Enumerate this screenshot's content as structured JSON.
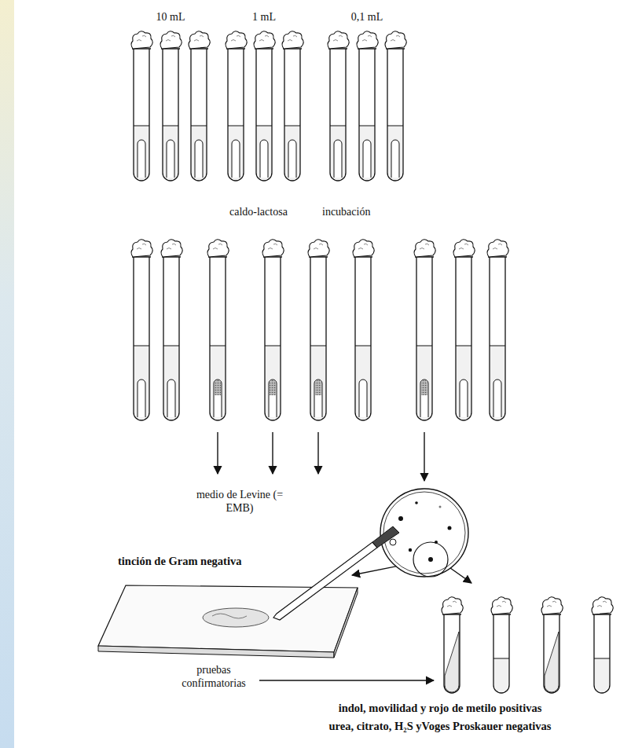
{
  "diagram": {
    "labels": [
      "10 mL",
      "1 mL",
      "0,1 mL",
      "caldo-lactosa",
      "incubación",
      "medio de Levine (= EMB)",
      "tinción de Gram negativa",
      "pruebas confirmatorias",
      "indol, movilidad y rojo de metilo positivas",
      "urea, citrato, H₂S yVoges Proskauer negativas"
    ]
  }
}
